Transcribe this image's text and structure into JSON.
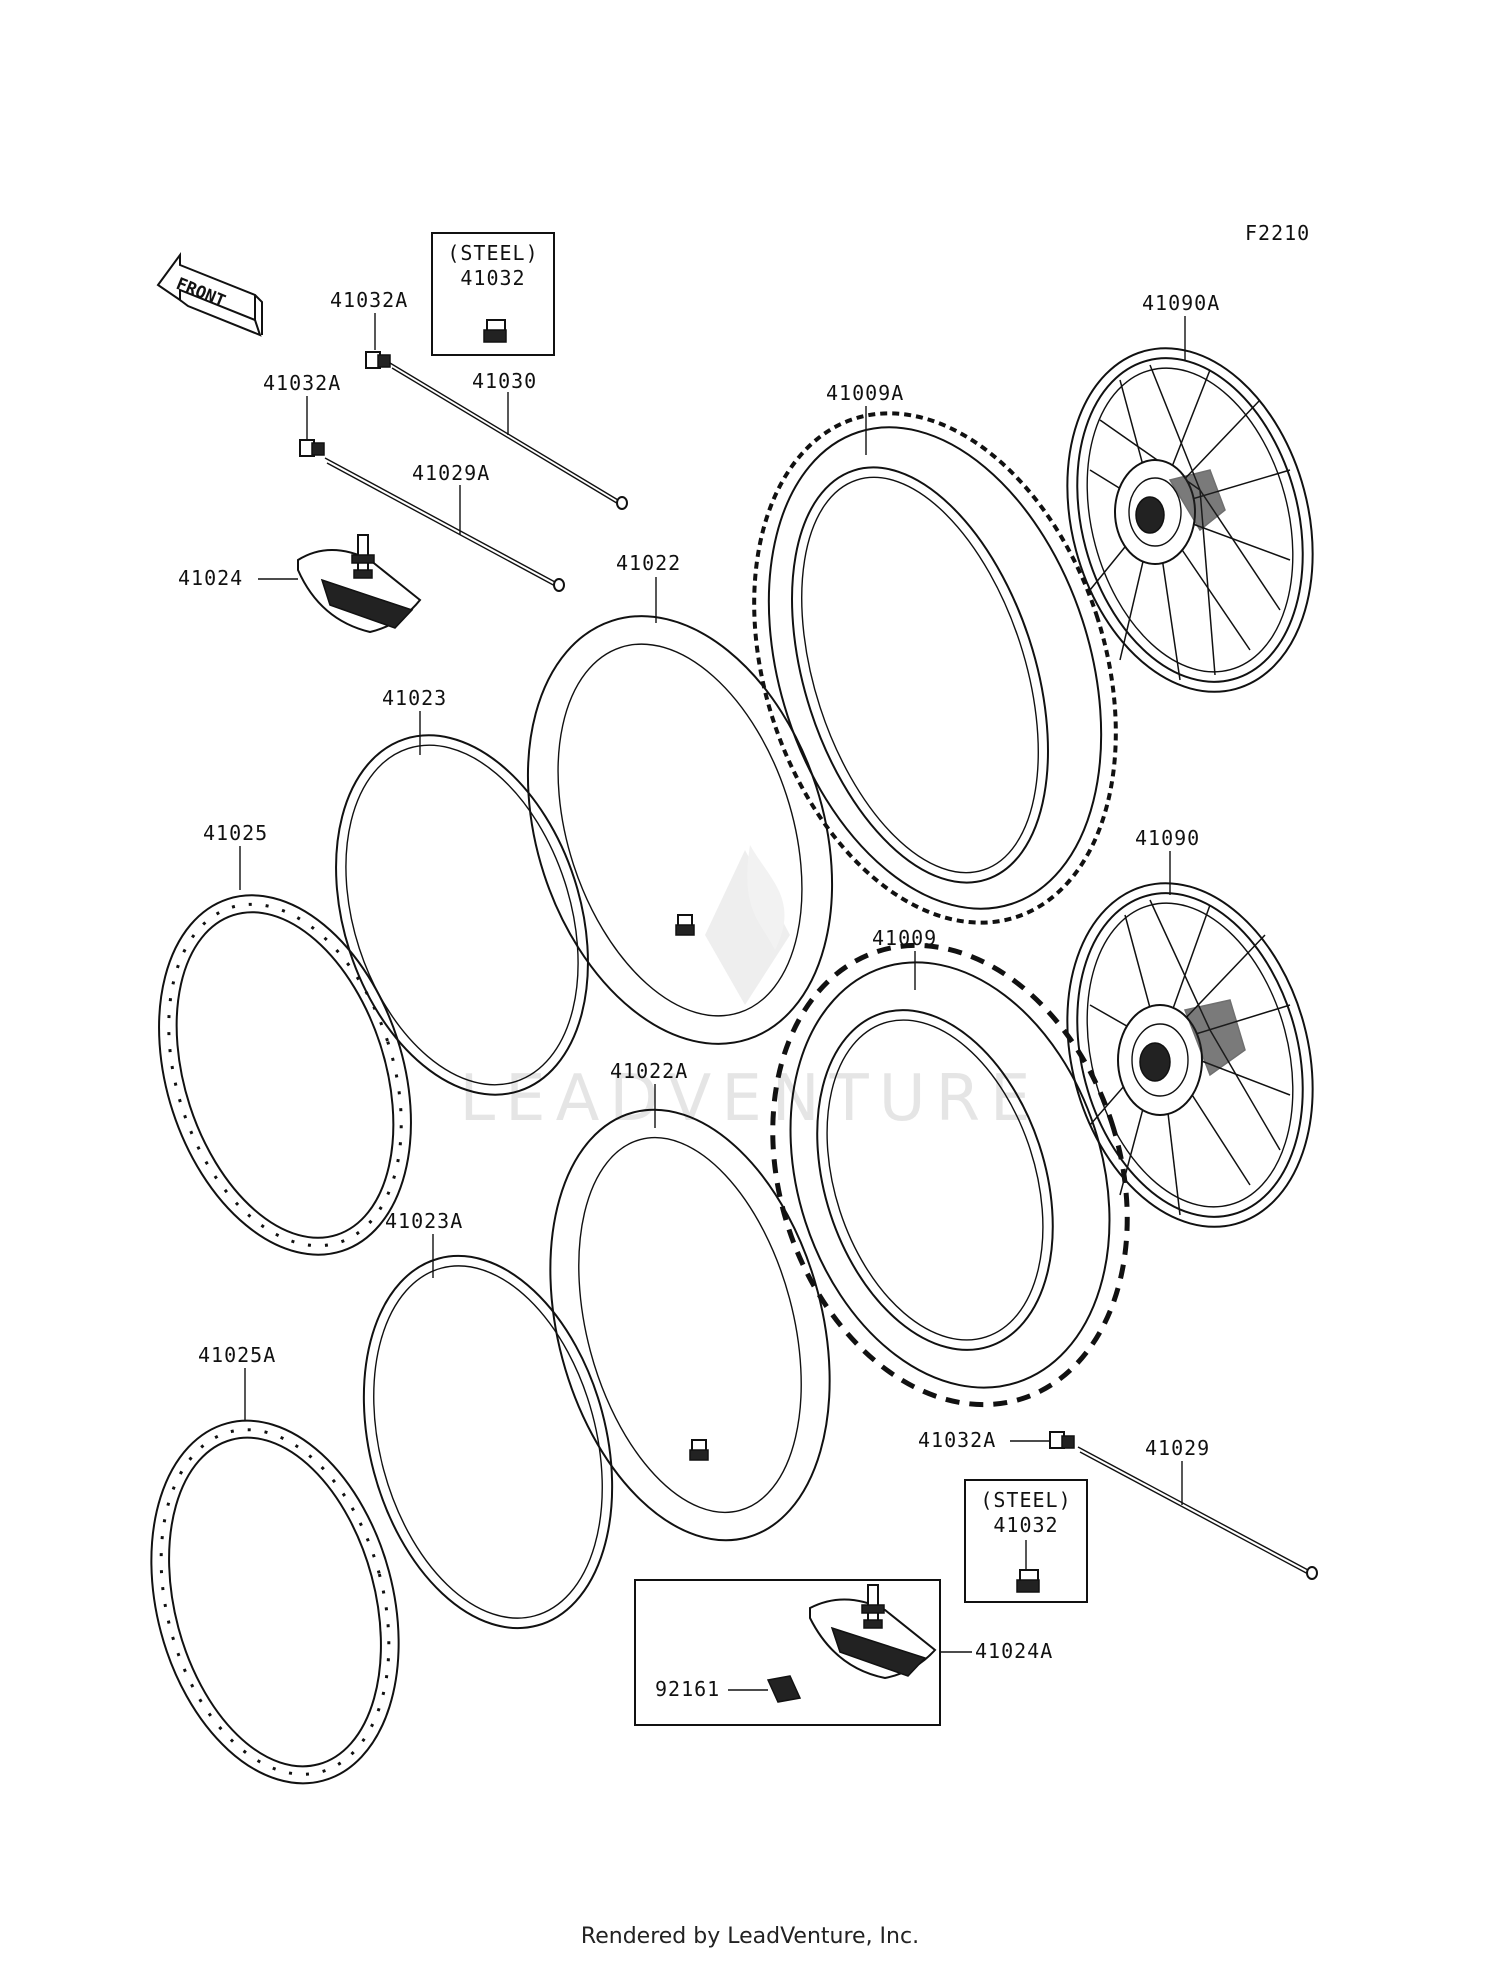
{
  "figure_code": "F2210",
  "front_arrow_label": "FRONT",
  "watermark": "LEADVENTURE",
  "labels": {
    "p41032A_top": "41032A",
    "p41032A_mid": "41032A",
    "p41032A_bottom": "41032A",
    "p41030": "41030",
    "p41029A": "41029A",
    "p41029": "41029",
    "p41024": "41024",
    "p41024A": "41024A",
    "p92161": "92161",
    "p41022": "41022",
    "p41022A": "41022A",
    "p41023": "41023",
    "p41023A": "41023A",
    "p41025": "41025",
    "p41025A": "41025A",
    "p41009A": "41009A",
    "p41009": "41009",
    "p41090A": "41090A",
    "p41090": "41090"
  },
  "steel_boxes": [
    {
      "note": "(STEEL)",
      "part": "41032"
    },
    {
      "note": "(STEEL)",
      "part": "41032"
    }
  ],
  "footer": "Rendered by LeadVenture, Inc."
}
